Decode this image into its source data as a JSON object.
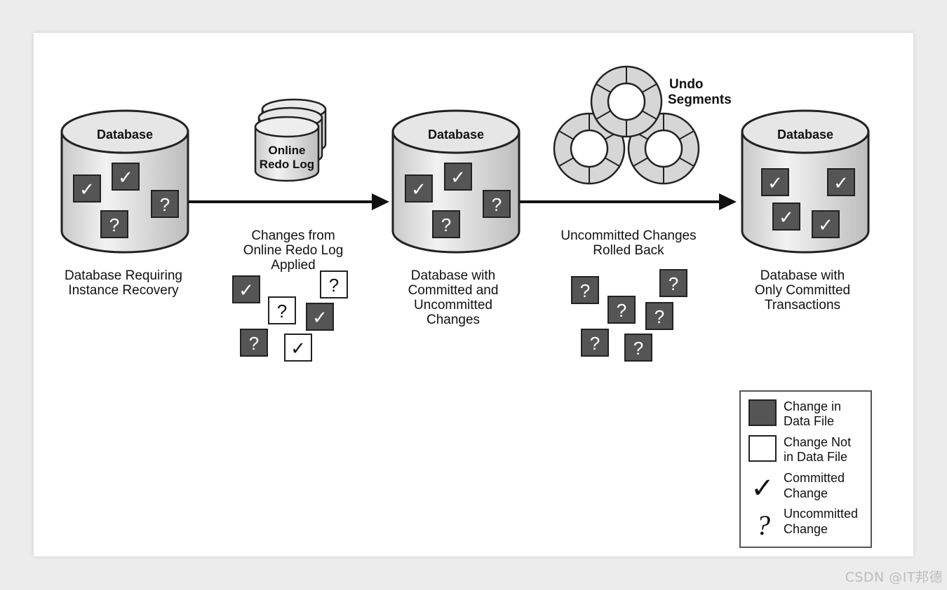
{
  "db1": {
    "title": "Database",
    "caption": [
      "Database Requiring",
      "Instance Recovery"
    ]
  },
  "redo_log": {
    "label": [
      "Online",
      "Redo Log"
    ]
  },
  "applied": {
    "caption": [
      "Changes from",
      "Online Redo Log",
      "Applied"
    ]
  },
  "db2": {
    "title": "Database",
    "caption": [
      "Database with",
      "Committed and",
      "Uncommitted",
      "Changes"
    ]
  },
  "undo": {
    "label": [
      "Undo",
      "Segments"
    ]
  },
  "rolled_back": {
    "caption": [
      "Uncommitted Changes",
      "Rolled Back"
    ]
  },
  "db3": {
    "title": "Database",
    "caption": [
      "Database with",
      "Only Committed",
      "Transactions"
    ]
  },
  "legend": {
    "items": [
      {
        "symbol": "dark-square",
        "lines": [
          "Change in",
          "Data File"
        ]
      },
      {
        "symbol": "white-square",
        "lines": [
          "Change Not",
          "in Data File"
        ]
      },
      {
        "symbol": "check-mark",
        "lines": [
          "Committed",
          "Change"
        ]
      },
      {
        "symbol": "question-mark",
        "lines": [
          "Uncommitted",
          "Change"
        ]
      }
    ]
  },
  "symbols": {
    "check": "✓",
    "question": "?"
  },
  "watermark": "CSDN @IT邦德",
  "colors": {
    "dark_box": "#555555",
    "cylinder": "#dedede",
    "ring": "#d6d6d6"
  }
}
